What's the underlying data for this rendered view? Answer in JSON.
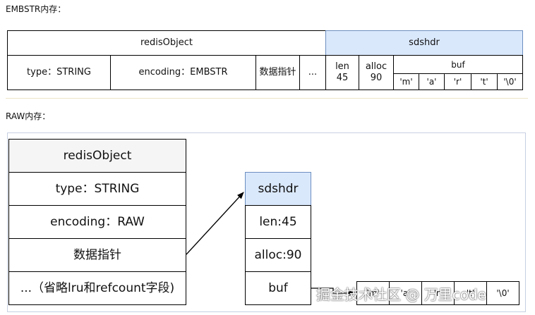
{
  "embstr": {
    "title": "EMBSTR内存：",
    "redis_object_header": "redisObject",
    "sdshdr_header": "sdshdr",
    "type": "type：STRING",
    "encoding": "encoding：EMBSTR",
    "pointer": "数据指针",
    "ellipsis": "...",
    "len_label": "len",
    "len_value": "45",
    "alloc_label": "alloc",
    "alloc_value": "90",
    "buf_label": "buf",
    "buf_chars": [
      "'m'",
      "'a'",
      "'r'",
      "'t'",
      "'\\0'"
    ]
  },
  "raw": {
    "title": "RAW内存：",
    "redis_object_header": "redisObject",
    "type": "type：STRING",
    "encoding": "encoding：RAW",
    "pointer": "数据指针",
    "omitted": "...（省略lru和refcount字段)",
    "sdshdr_header": "sdshdr",
    "len": "len:45",
    "alloc": "alloc:90",
    "buf": "buf",
    "buf_chars": [
      "'m'",
      "'a'",
      "'r'",
      "'t'",
      "'\\0'"
    ]
  },
  "watermark": "掘金技术社区 @ 万里code",
  "colors": {
    "sdshdr_fill": "#dae8fc",
    "sdshdr_border": "#6c8ebf",
    "header_fill": "#f5f5f5"
  }
}
